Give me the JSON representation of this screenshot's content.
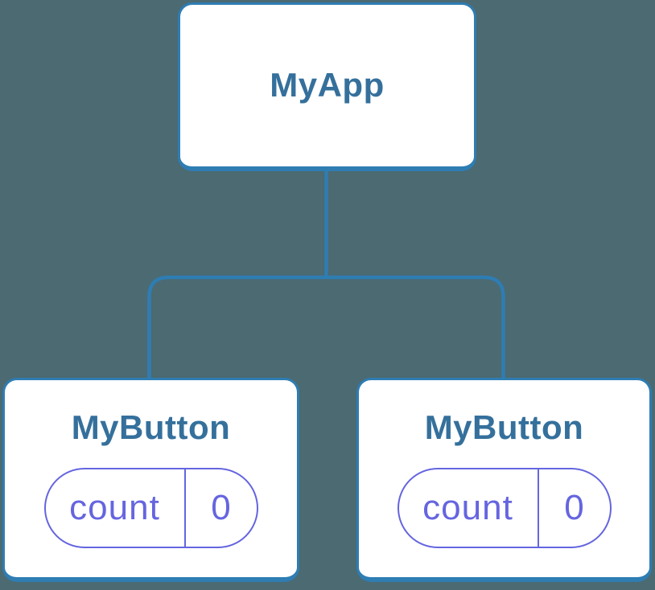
{
  "diagram": {
    "root": {
      "label": "MyApp"
    },
    "children": [
      {
        "label": "MyButton",
        "state": {
          "name": "count",
          "value": "0"
        }
      },
      {
        "label": "MyButton",
        "state": {
          "name": "count",
          "value": "0"
        }
      }
    ]
  },
  "theme": {
    "bg": "#4C6A72",
    "line": "#2E7DB3",
    "node-bg": "#FFFFFF",
    "node-text": "#35709C",
    "state": "#6565E0"
  }
}
